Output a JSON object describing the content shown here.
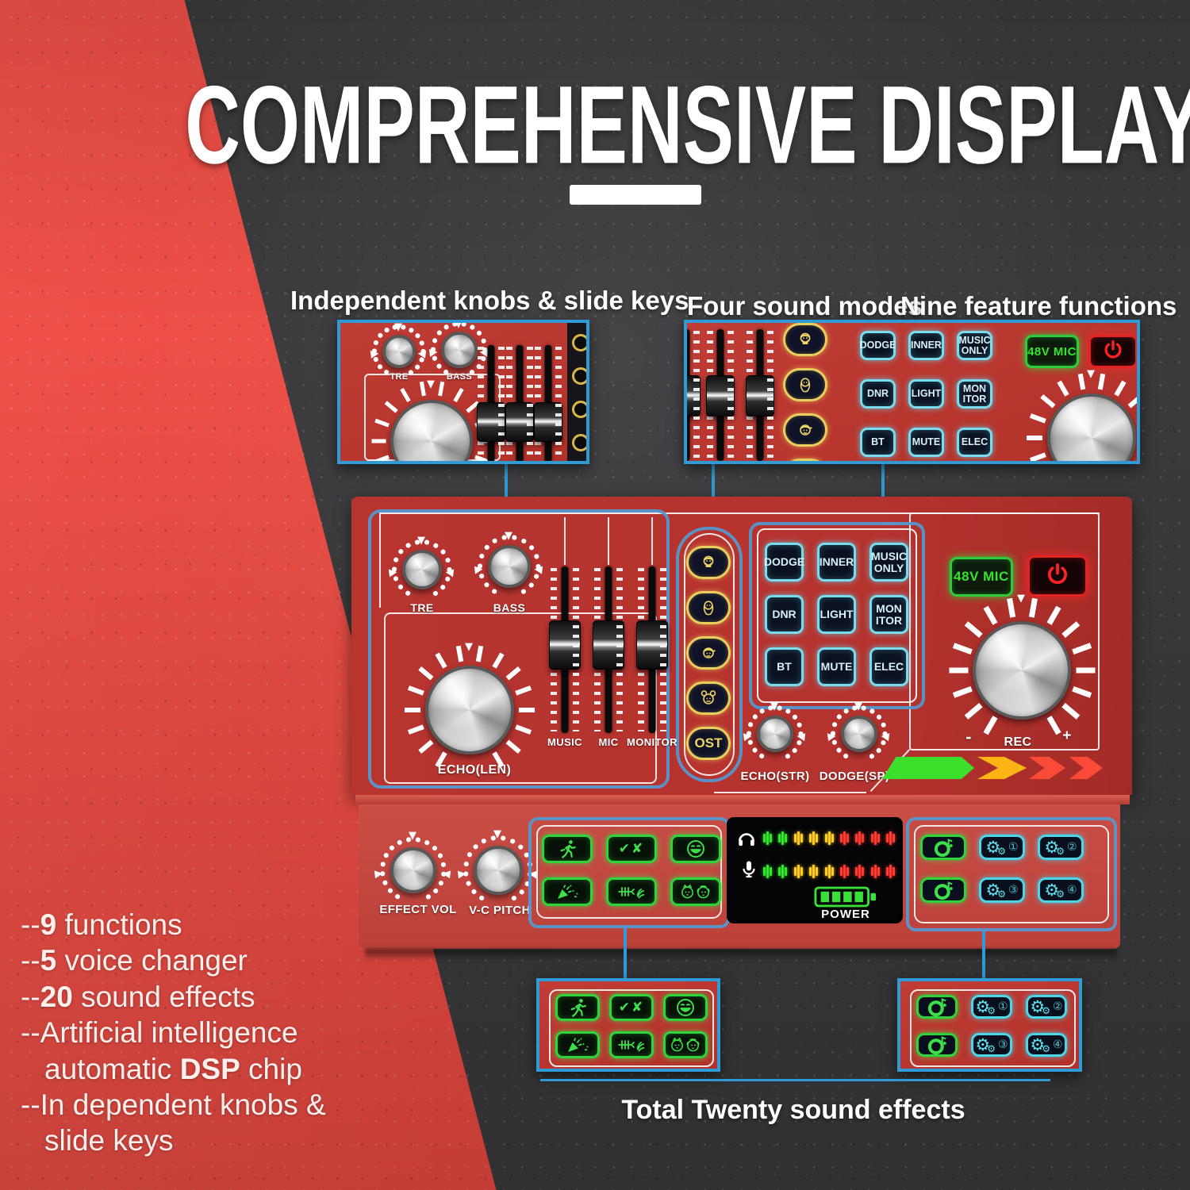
{
  "title": "COMPREHENSIVE DISPLAY",
  "callouts": {
    "left": "Independent knobs & slide keys",
    "middle": "Four sound modes",
    "right": "Nine feature functions",
    "bottom": "Total Twenty sound effects"
  },
  "features": [
    {
      "indent": false,
      "segments": [
        {
          "t": "--"
        },
        {
          "t": "9",
          "b": true
        },
        {
          "t": " functions"
        }
      ]
    },
    {
      "indent": false,
      "segments": [
        {
          "t": "--"
        },
        {
          "t": "5",
          "b": true
        },
        {
          "t": " voice changer"
        }
      ]
    },
    {
      "indent": false,
      "segments": [
        {
          "t": "--"
        },
        {
          "t": "20",
          "b": true
        },
        {
          "t": " sound effects"
        }
      ]
    },
    {
      "indent": false,
      "segments": [
        {
          "t": "--"
        },
        {
          "t": "Artificial intelligence"
        }
      ]
    },
    {
      "indent": true,
      "segments": [
        {
          "t": "automatic "
        },
        {
          "t": "DSP",
          "b": true
        },
        {
          "t": " chip"
        }
      ]
    },
    {
      "indent": false,
      "segments": [
        {
          "t": "--"
        },
        {
          "t": "In dependent knobs &"
        }
      ]
    },
    {
      "indent": true,
      "segments": [
        {
          "t": "slide keys"
        }
      ]
    }
  ],
  "device": {
    "knob_labels": {
      "tre": "TRE",
      "bass": "BASS",
      "echo_len": "ECHO(LEN)",
      "echo_str": "ECHO(STR)",
      "dodge_sp": "DODGE(SP)",
      "rec": "REC",
      "minus": "-",
      "plus": "+",
      "effect_vol": "EFFECT VOL",
      "vc_pitch": "V-C PITCH"
    },
    "sliders": [
      "MUSIC",
      "MIC",
      "MONITOR"
    ],
    "function_grid": [
      "DODGE",
      "INNER",
      "MUSIC ONLY",
      "DNR",
      "LIGHT",
      "MON ITOR",
      "BT",
      "MUTE",
      "ELEC"
    ],
    "mic_48v": "48V MIC",
    "voice_modes": [
      {
        "icon": "uncle-voice"
      },
      {
        "icon": "woman-voice"
      },
      {
        "icon": "boy-voice"
      },
      {
        "icon": "monster-voice"
      },
      {
        "label": "OST"
      }
    ],
    "effect_buttons": [
      "run",
      "check-x",
      "laugh",
      "party",
      "fishbone-clap",
      "cat-dog"
    ],
    "dj_buttons": [
      {
        "icon": "disc"
      },
      {
        "icon": "gear",
        "num": "①"
      },
      {
        "icon": "gear",
        "num": "②"
      },
      {
        "icon": "disc"
      },
      {
        "icon": "gear",
        "num": "③"
      },
      {
        "icon": "gear",
        "num": "④"
      }
    ],
    "display": {
      "power": "POWER",
      "led_pattern": [
        "green",
        "green",
        "yellow",
        "yellow",
        "yellow",
        "red",
        "red",
        "red",
        "red"
      ]
    }
  },
  "colors": {
    "background": "#3a3a3c",
    "wedge_red": "#e8483f",
    "panel_red": "#b5332e",
    "highlight_blue": "#2e9bd6",
    "button_cyan": "#79dcec",
    "effect_green": "#2fd43a",
    "voice_yellow": "#e7cf5e",
    "mic_green": "#35e52c",
    "power_red": "#ff2222",
    "arrow_green": "#3be02a",
    "arrow_yellow": "#fcb515",
    "arrow_red": "#f94b38",
    "led_green": "#35e52c",
    "led_yellow": "#ffcc22",
    "led_red": "#ff3b30"
  }
}
